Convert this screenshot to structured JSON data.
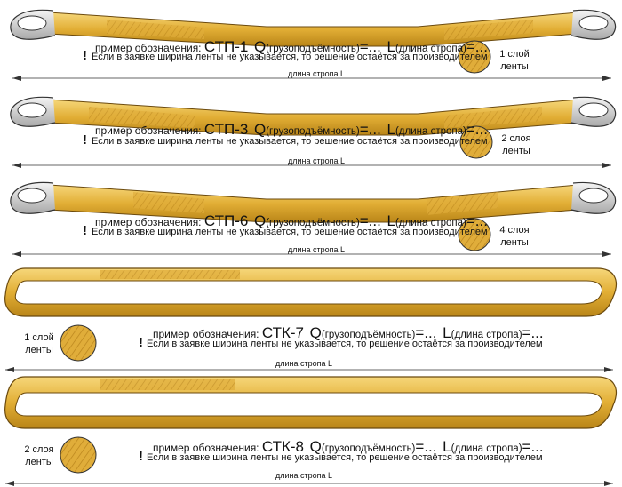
{
  "panels": [
    {
      "example_prefix": "пример обозначения:",
      "model": "СТП-1",
      "q_letter": "Q",
      "q_text": "(грузоподъёмность)",
      "q_tail": "=...",
      "l_letter": "L",
      "l_text": "(длина стропа)",
      "l_tail": "=...",
      "note": "Если в заявке ширина ленты не указывается, то решение остаётся за производителем",
      "layer_line1": "1 слой",
      "layer_line2": "ленты",
      "length_label": "длина стропа  L"
    },
    {
      "example_prefix": "пример обозначения:",
      "model": "СТП-3",
      "q_letter": "Q",
      "q_text": "(грузоподъёмность)",
      "q_tail": "=...",
      "l_letter": "L",
      "l_text": "(длина стропа)",
      "l_tail": "=...",
      "note": "Если в заявке ширина ленты не указывается, то решение остаётся за производителем",
      "layer_line1": "2 слоя",
      "layer_line2": "ленты",
      "length_label": "длина стропа  L"
    },
    {
      "example_prefix": "пример обозначения:",
      "model": "СТП-6",
      "q_letter": "Q",
      "q_text": "(грузоподъёмность)",
      "q_tail": "=...",
      "l_letter": "L",
      "l_text": "(длина стропа)",
      "l_tail": "=...",
      "note": "Если в заявке ширина ленты не указывается, то решение остаётся за производителем",
      "layer_line1": "4 слоя",
      "layer_line2": "ленты",
      "length_label": "длина стропа  L"
    },
    {
      "example_prefix": "пример обозначения:",
      "model": "СТК-7",
      "q_letter": "Q",
      "q_text": "(грузоподъёмность)",
      "q_tail": "=...",
      "l_letter": "L",
      "l_text": "(длина стропа)",
      "l_tail": "=...",
      "note": "Если в заявке ширина ленты не указывается, то решение остаётся за производителем",
      "layer_line1": "1 слой",
      "layer_line2": "ленты",
      "length_label": "длина стропа  L"
    },
    {
      "example_prefix": "пример обозначения:",
      "model": "СТК-8",
      "q_letter": "Q",
      "q_text": "(грузоподъёмность)",
      "q_tail": "=...",
      "l_letter": "L",
      "l_text": "(длина стропа)",
      "l_tail": "=...",
      "note": "Если в заявке ширина ленты не указывается, то решение остаётся за производителем",
      "layer_line1": "2 слоя",
      "layer_line2": "ленты",
      "length_label": "длина стропа  L"
    }
  ],
  "bang": "!",
  "colors": {
    "webbing": "#e3b23c",
    "webbing_dark": "#b07f16",
    "webbing_light": "#f3cf6a",
    "stitch": "#7a5410",
    "loop_protector": "#d8d8d8",
    "outline": "#333333"
  }
}
